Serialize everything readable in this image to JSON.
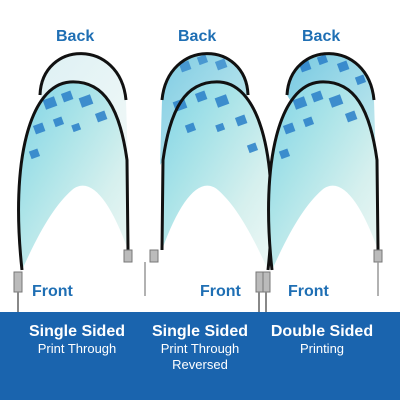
{
  "labels": {
    "back": "Back",
    "front": "Front"
  },
  "products": [
    {
      "title": "Single Sided",
      "line1": "Print Through",
      "line2": ""
    },
    {
      "title": "Single Sided",
      "line1": "Print Through",
      "line2": "Reversed"
    },
    {
      "title": "Double Sided",
      "line1": "Printing",
      "line2": ""
    }
  ],
  "colors": {
    "label_blue": "#1f6fb4",
    "band_blue": "#1a64ae",
    "frame_black": "#111111"
  }
}
